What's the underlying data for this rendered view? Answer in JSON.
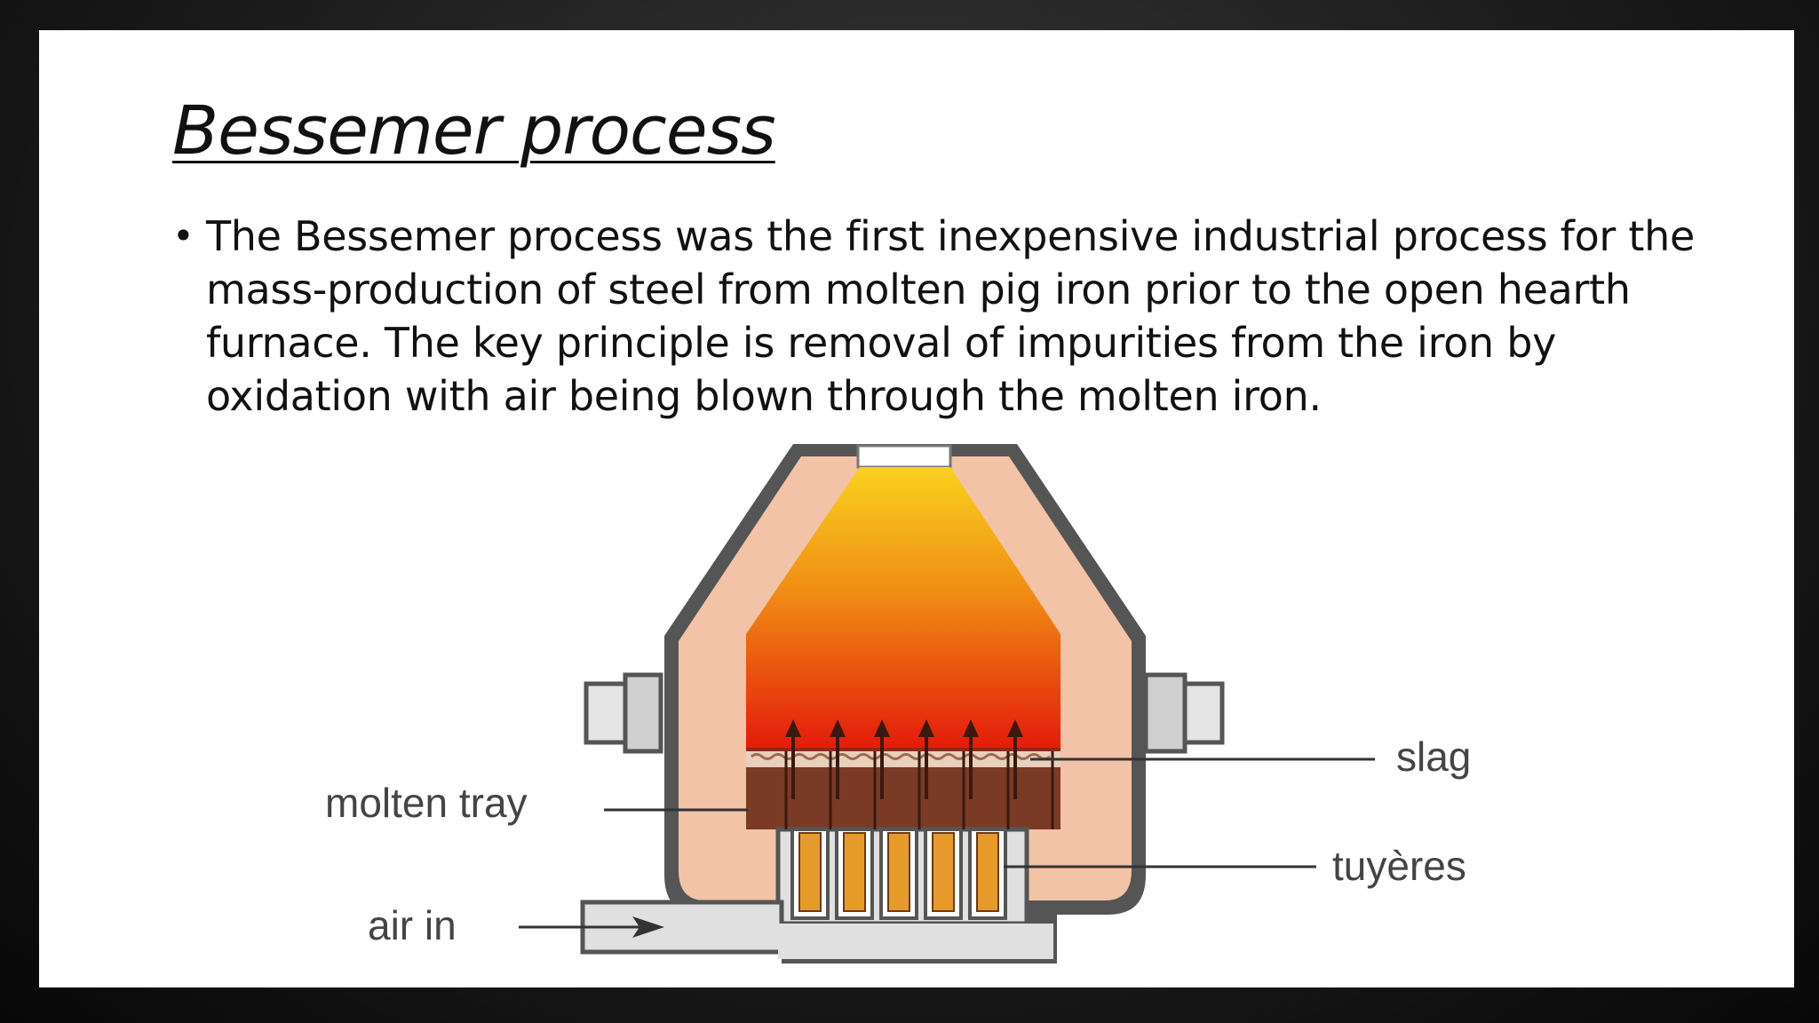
{
  "slide": {
    "title": "Bessemer process",
    "bullet": "The Bessemer process was the first inexpensive industrial process for the mass-production of steel from molten pig iron prior to the open hearth furnace. The key principle is removal of impurities from the iron by oxidation with air being blown through the molten iron."
  },
  "diagram": {
    "labels": {
      "slag": "slag",
      "tuyeres": "tuyères",
      "molten_tray": "molten tray",
      "air_in": "air in"
    },
    "colors": {
      "flame_top": "#f6c21c",
      "flame_bottom": "#e8200a",
      "lining": "#f2c2a6",
      "shell": "#555555",
      "molten": "#7a3a24",
      "tuyere": "#e69a2a",
      "slag": "#e8d2c0"
    }
  }
}
